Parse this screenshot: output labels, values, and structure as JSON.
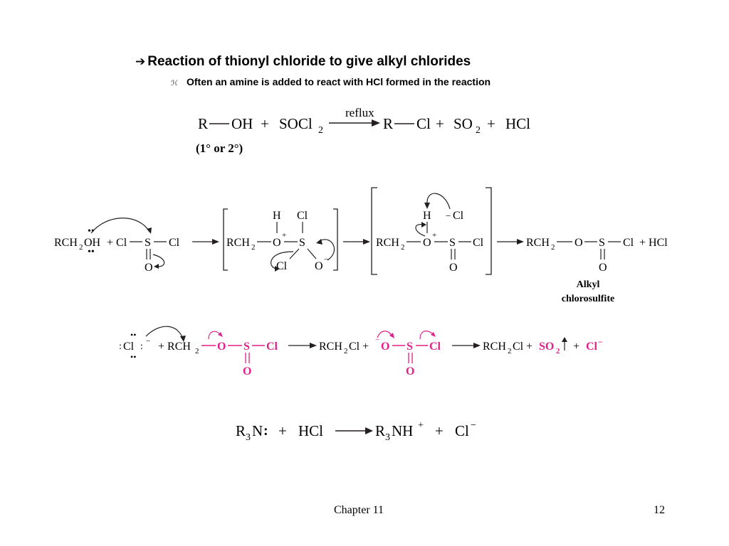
{
  "header": {
    "arrow_icon": "right-arrow-icon",
    "title": "Reaction of thionyl chloride to give alkyl chlorides",
    "subbullet_icon": "leaf-bullet-icon",
    "subtitle": "Often an amine is added to react with HCl formed in the reaction"
  },
  "eq1": {
    "reactant1": "R",
    "reactant1_group": "OH",
    "reagent": "SOCl",
    "reagent_sub": "2",
    "arrow_label": "reflux",
    "product1": "R",
    "product1_group": "Cl",
    "byproduct1": "SO",
    "byproduct1_sub": "2",
    "byproduct2": "HCl",
    "condition": "(1° or 2°)"
  },
  "mechanism1": {
    "alcohol": "RCH",
    "alcohol_sub": "2",
    "alcohol_group": "OH",
    "plus_cl": "+ Cl",
    "s": "S",
    "cl": "Cl",
    "o": "O",
    "h": "H",
    "rch2": "RCH",
    "sub2": "2",
    "minus_cl": "Cl",
    "product_label_1": "Alkyl",
    "product_label_2": "chlorosulfite",
    "hcl": "+ HCl"
  },
  "mechanism2": {
    "chloride": "Cl",
    "plus_rch2": "+ RCH",
    "sub2": "2",
    "o": "O",
    "s": "S",
    "cl": "Cl",
    "rch2cl": "RCH",
    "rch2cl_tail": "Cl +",
    "so2": "SO",
    "so2_sub": "2",
    "cl_minus": "Cl"
  },
  "eq3": {
    "amine": "R",
    "amine_sub": "3",
    "amine_tail": "N",
    "hcl": "HCl",
    "ammonium": "R",
    "ammonium_sub": "3",
    "ammonium_tail": "NH",
    "chloride": "Cl"
  },
  "footer": {
    "chapter": "Chapter 11",
    "page": "12"
  },
  "colors": {
    "highlight": "#e0218a",
    "text": "#231f20"
  }
}
